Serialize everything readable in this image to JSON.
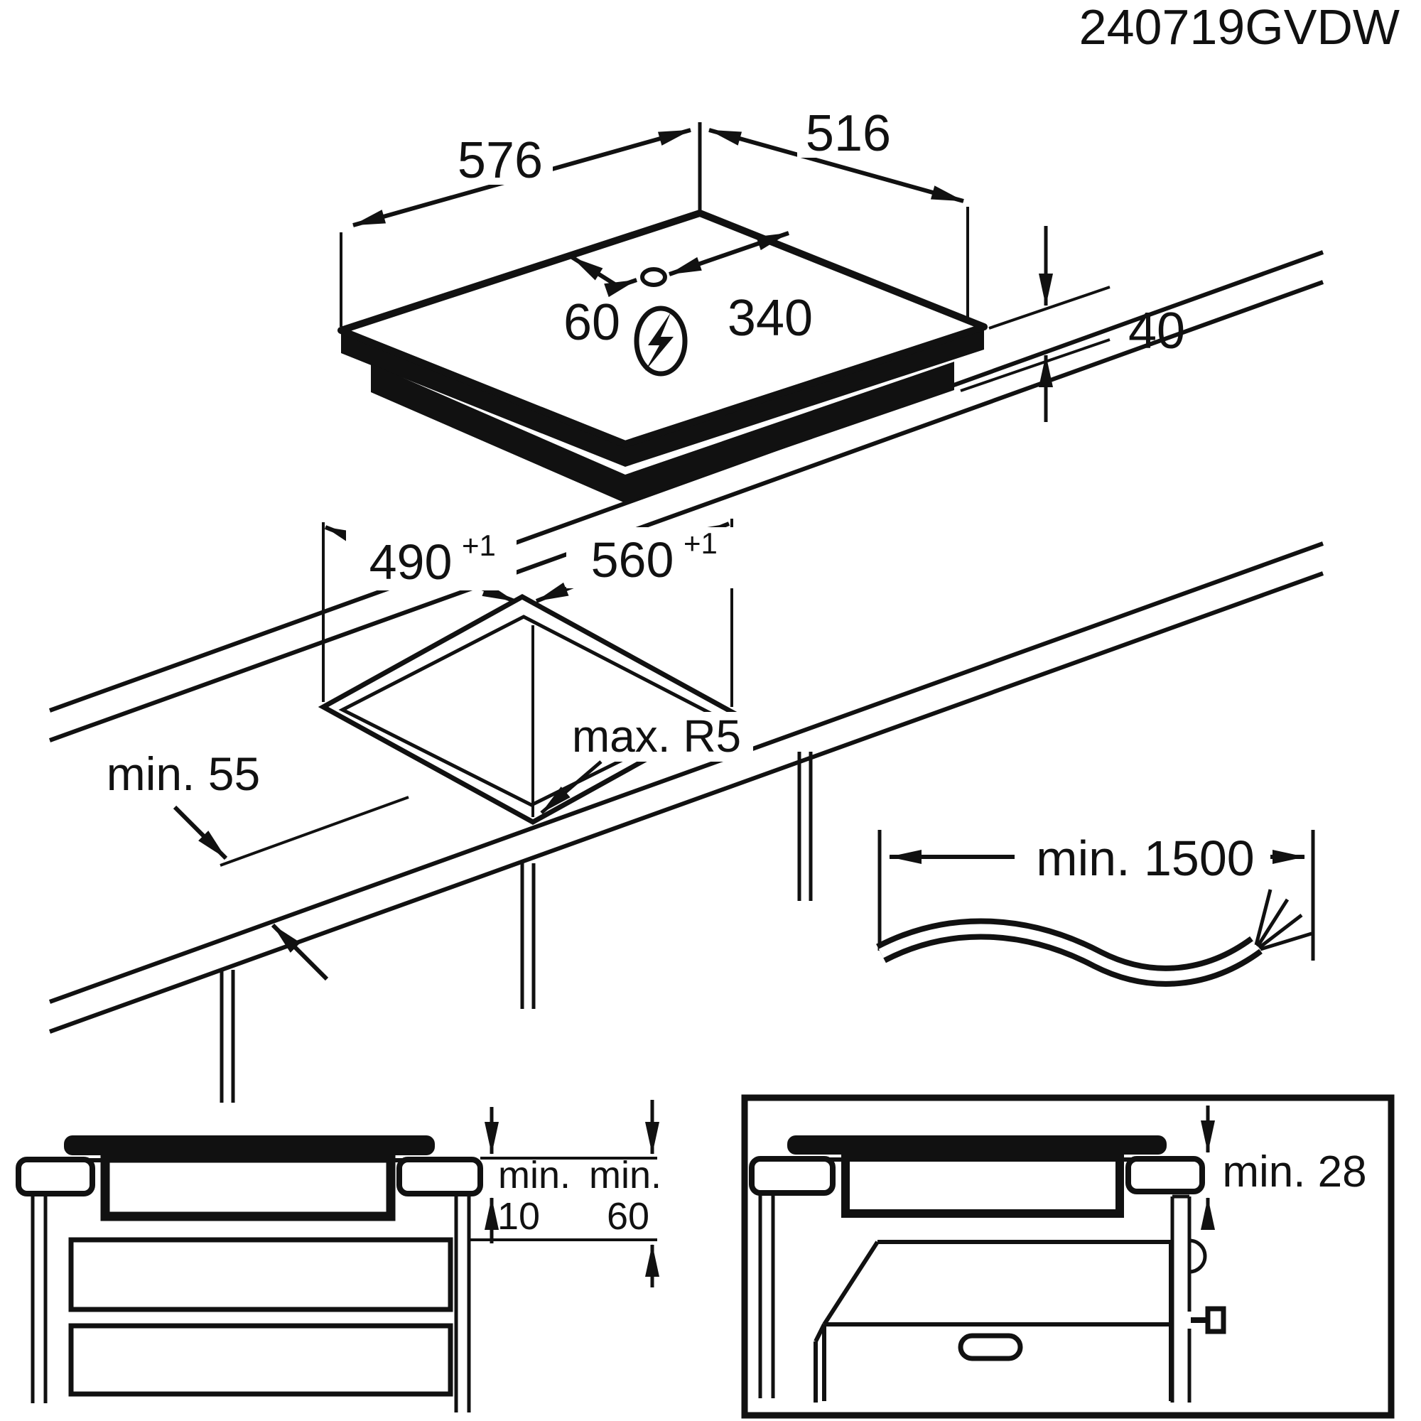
{
  "code": "240719GVDW",
  "colors": {
    "line": "#111111",
    "background": "#ffffff"
  },
  "hob_top_view": {
    "width": "576",
    "depth": "516",
    "height": "40",
    "cable_offset": "60",
    "cable_span": "340",
    "icon": "lightning-bolt-circle"
  },
  "cutout_view": {
    "depth": "490",
    "depth_tolerance": "+1",
    "width": "560",
    "width_tolerance": "+1",
    "edge_distance": "min. 55",
    "corner_radius": "max. R5"
  },
  "cable": {
    "length": "min. 1500"
  },
  "clearance_view": {
    "min10": {
      "prefix": "min.",
      "value": "10"
    },
    "min60": {
      "prefix": "min.",
      "value": "60"
    }
  },
  "oven_view": {
    "worktop_clearance": "min. 28"
  }
}
